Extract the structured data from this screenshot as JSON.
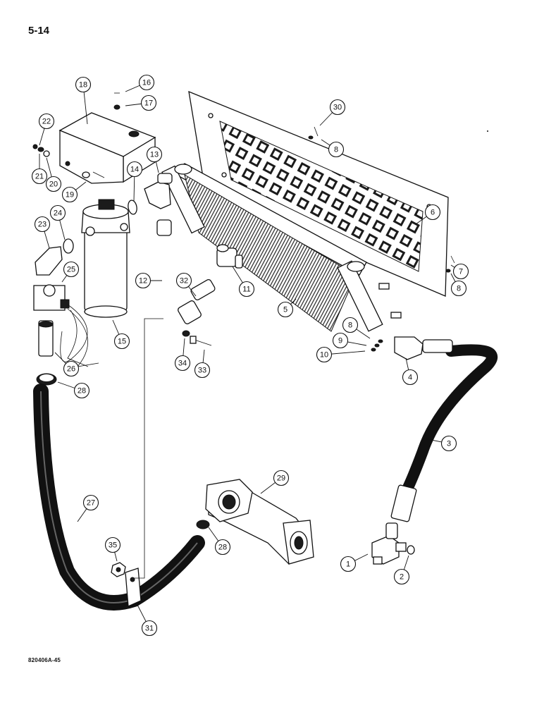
{
  "page_number": "5-14",
  "figure_code": "820406A-45",
  "callouts": [
    {
      "label": "1"
    },
    {
      "label": "2"
    },
    {
      "label": "3"
    },
    {
      "label": "4"
    },
    {
      "label": "5"
    },
    {
      "label": "6"
    },
    {
      "label": "7"
    },
    {
      "label": "8"
    },
    {
      "label": "8"
    },
    {
      "label": "8"
    },
    {
      "label": "9"
    },
    {
      "label": "10"
    },
    {
      "label": "11"
    },
    {
      "label": "12"
    },
    {
      "label": "13"
    },
    {
      "label": "14"
    },
    {
      "label": "15"
    },
    {
      "label": "16"
    },
    {
      "label": "17"
    },
    {
      "label": "18"
    },
    {
      "label": "19"
    },
    {
      "label": "20"
    },
    {
      "label": "21"
    },
    {
      "label": "22"
    },
    {
      "label": "23"
    },
    {
      "label": "24"
    },
    {
      "label": "25"
    },
    {
      "label": "26"
    },
    {
      "label": "27"
    },
    {
      "label": "28"
    },
    {
      "label": "28"
    },
    {
      "label": "29"
    },
    {
      "label": "30"
    },
    {
      "label": "31"
    },
    {
      "label": "32"
    },
    {
      "label": "33"
    },
    {
      "label": "34"
    },
    {
      "label": "35"
    }
  ]
}
